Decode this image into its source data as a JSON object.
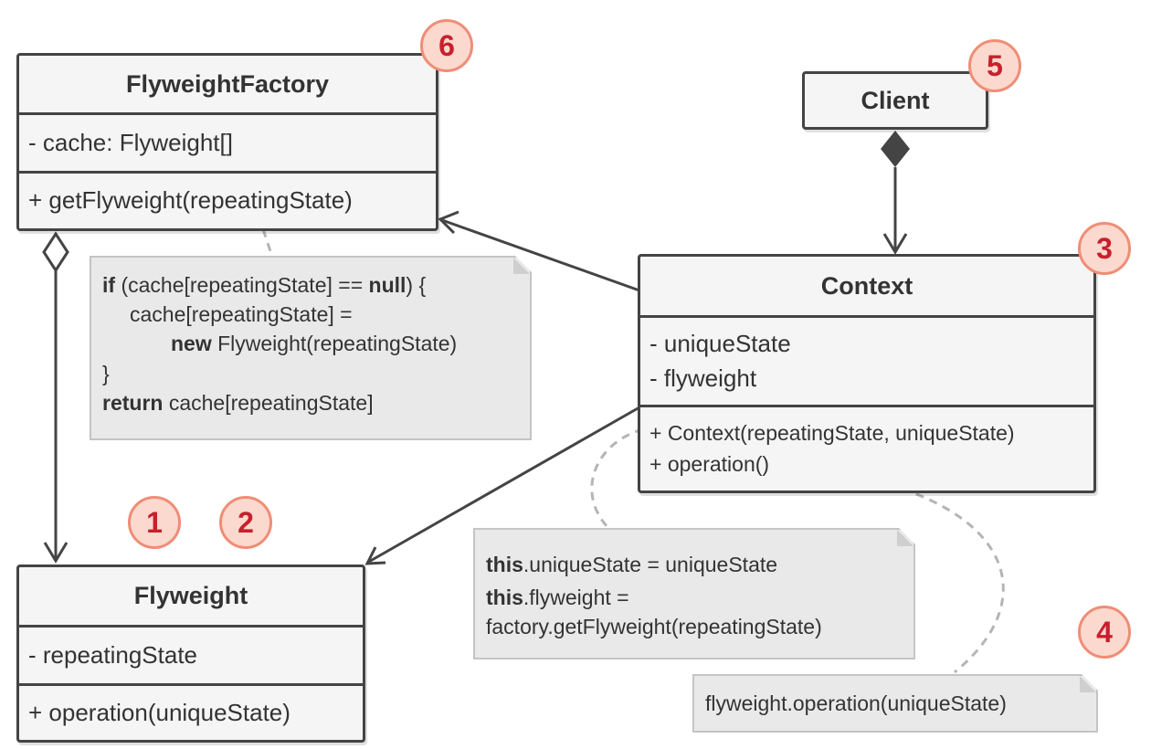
{
  "classes": {
    "flyweight_factory": {
      "name": "FlyweightFactory",
      "fields": [
        "- cache: Flyweight[]"
      ],
      "methods": [
        "+ getFlyweight(repeatingState)"
      ]
    },
    "client": {
      "name": "Client"
    },
    "context": {
      "name": "Context",
      "fields": [
        "- uniqueState",
        "- flyweight"
      ],
      "methods": [
        "+ Context(repeatingState, uniqueState)",
        "+ operation()"
      ]
    },
    "flyweight": {
      "name": "Flyweight",
      "fields": [
        "- repeatingState"
      ],
      "methods": [
        "+ operation(uniqueState)"
      ]
    }
  },
  "notes": {
    "factory_code": {
      "line1": {
        "kw": "if",
        "text": " (cache[repeatingState] == ",
        "kw2": "null",
        "text2": ") {"
      },
      "line2": "cache[repeatingState] =",
      "line3": {
        "kw": "new",
        "text": " Flyweight(repeatingState)"
      },
      "line4": "}",
      "line5": {
        "kw": "return",
        "text": " cache[repeatingState]"
      }
    },
    "context_ctor": {
      "line1": {
        "kw": "this",
        "text": ".uniqueState = uniqueState"
      },
      "line2": {
        "kw": "this",
        "text": ".flyweight ="
      },
      "line3": "factory.getFlyweight(repeatingState)"
    },
    "operation_call": "flyweight.operation(uniqueState)"
  },
  "badges": [
    "1",
    "2",
    "3",
    "4",
    "5",
    "6"
  ],
  "colors": {
    "box_fill": "#f5f5f5",
    "box_border": "#444444",
    "note_fill": "#e9e9e9",
    "badge_fill": "#fbd9cf",
    "badge_border": "#f08d76",
    "badge_text": "#c8202c"
  }
}
